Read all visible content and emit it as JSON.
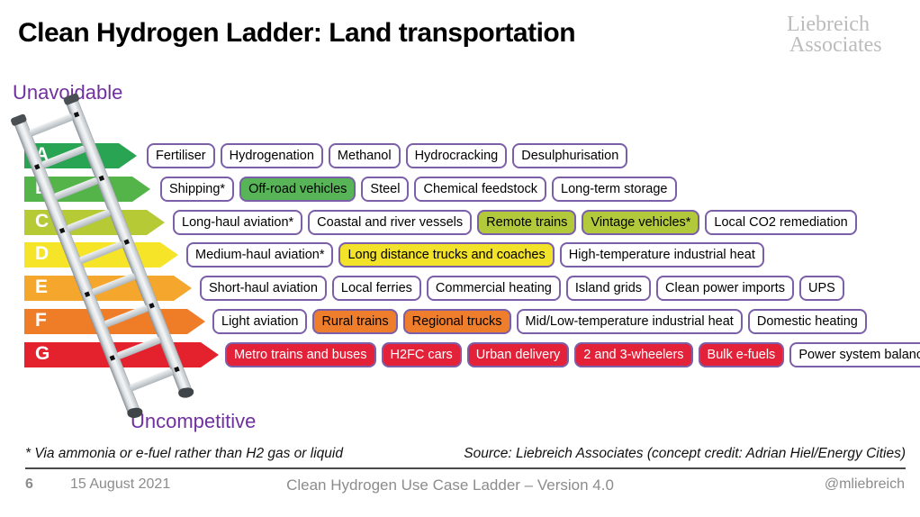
{
  "slide": {
    "title": "Clean Hydrogen Ladder: Land transportation",
    "logo_line1": "Liebreich",
    "logo_line2": "Associates",
    "axis_top": "Unavoidable",
    "axis_bottom": "Uncompetitive"
  },
  "colors": {
    "axis_purple": "#7030a0",
    "box_border_purple": "#7b5fa8"
  },
  "ladder": {
    "rows": [
      {
        "letter": "A",
        "arrow_color": "#28a452",
        "box_fill": "#57b457",
        "box_text": "#000000",
        "items": [
          {
            "label": "Fertiliser",
            "highlight": false
          },
          {
            "label": "Hydrogenation",
            "highlight": false
          },
          {
            "label": "Methanol",
            "highlight": false
          },
          {
            "label": "Hydrocracking",
            "highlight": false
          },
          {
            "label": "Desulphurisation",
            "highlight": false
          }
        ]
      },
      {
        "letter": "B",
        "arrow_color": "#54b44a",
        "box_fill": "#57b457",
        "box_text": "#000000",
        "items": [
          {
            "label": "Shipping*",
            "highlight": false
          },
          {
            "label": "Off-road vehicles",
            "highlight": true
          },
          {
            "label": "Steel",
            "highlight": false
          },
          {
            "label": "Chemical feedstock",
            "highlight": false
          },
          {
            "label": "Long-term storage",
            "highlight": false
          }
        ]
      },
      {
        "letter": "C",
        "arrow_color": "#b5ca35",
        "box_fill": "#b2c93c",
        "box_text": "#000000",
        "items": [
          {
            "label": "Long-haul aviation*",
            "highlight": false
          },
          {
            "label": "Coastal and river vessels",
            "highlight": false
          },
          {
            "label": "Remote trains",
            "highlight": true
          },
          {
            "label": "Vintage vehicles*",
            "highlight": true
          },
          {
            "label": "Local CO2 remediation",
            "highlight": false
          }
        ]
      },
      {
        "letter": "D",
        "arrow_color": "#f5e428",
        "box_fill": "#f2e229",
        "box_text": "#000000",
        "items": [
          {
            "label": "Medium-haul aviation*",
            "highlight": false
          },
          {
            "label": "Long distance trucks and coaches",
            "highlight": true
          },
          {
            "label": "High-temperature industrial heat",
            "highlight": false
          }
        ]
      },
      {
        "letter": "E",
        "arrow_color": "#f4a72c",
        "box_fill": "#f4a72c",
        "box_text": "#000000",
        "items": [
          {
            "label": "Short-haul aviation",
            "highlight": false
          },
          {
            "label": "Local ferries",
            "highlight": false
          },
          {
            "label": "Commercial heating",
            "highlight": false
          },
          {
            "label": "Island grids",
            "highlight": false
          },
          {
            "label": "Clean power imports",
            "highlight": false
          },
          {
            "label": "UPS",
            "highlight": false
          }
        ]
      },
      {
        "letter": "F",
        "arrow_color": "#ef7c26",
        "box_fill": "#ee7d2c",
        "box_text": "#000000",
        "items": [
          {
            "label": "Light aviation",
            "highlight": false
          },
          {
            "label": "Rural trains",
            "highlight": true
          },
          {
            "label": "Regional trucks",
            "highlight": true
          },
          {
            "label": "Mid/Low-temperature industrial heat",
            "highlight": false
          },
          {
            "label": "Domestic heating",
            "highlight": false
          }
        ]
      },
      {
        "letter": "G",
        "arrow_color": "#e4222e",
        "box_fill": "#e32138",
        "box_text": "#ffffff",
        "items": [
          {
            "label": "Metro trains and buses",
            "highlight": true
          },
          {
            "label": "H2FC cars",
            "highlight": true
          },
          {
            "label": "Urban delivery",
            "highlight": true
          },
          {
            "label": "2 and 3-wheelers",
            "highlight": true
          },
          {
            "label": "Bulk e-fuels",
            "highlight": true
          },
          {
            "label": "Power system balancing",
            "highlight": false
          }
        ]
      }
    ]
  },
  "footnote": "* Via ammonia or e-fuel rather than H2 gas or liquid",
  "source": "Source: Liebreich Associates (concept credit: Adrian Hiel/Energy Cities)",
  "footer": {
    "page": "6",
    "date": "15 August 2021",
    "center": "Clean Hydrogen Use Case Ladder – Version 4.0",
    "handle": "@mliebreich"
  }
}
